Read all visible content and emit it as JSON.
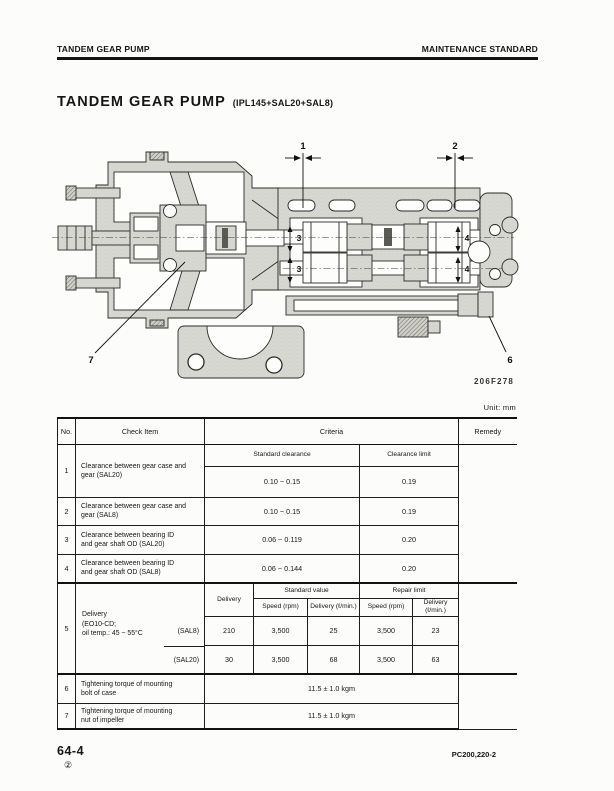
{
  "header": {
    "left": "TANDEM GEAR PUMP",
    "right": "MAINTENANCE STANDARD"
  },
  "title": {
    "main": "TANDEM GEAR PUMP",
    "suffix": "(IPL145+SAL20+SAL8)"
  },
  "diagram": {
    "figure_code": "206F278",
    "callouts": {
      "one": "1",
      "two": "2",
      "three_top": "3",
      "three_bottom": "3",
      "four_top": "4",
      "four_bottom": "4",
      "six": "6",
      "seven": "7"
    }
  },
  "table": {
    "unit_label": "Unit: mm",
    "headers": {
      "no": "No.",
      "check_item": "Check Item",
      "criteria": "Criteria",
      "remedy": "Remedy"
    },
    "subheaders": {
      "standard_clearance": "Standard clearance",
      "clearance_limit": "Clearance limit",
      "delivery": "Delivery",
      "standard_value": "Standard value",
      "repair_limit": "Repair limit",
      "speed_rpm": "Speed (rpm)",
      "delivery_lmin": "Delivery (ℓ/min.)"
    },
    "rows": {
      "r1": {
        "no": "1",
        "item1": "Clearance between gear case and",
        "item2": "gear (SAL20)",
        "standard": "0.10 ~ 0.15",
        "limit": "0.19"
      },
      "r2": {
        "no": "2",
        "item1": "Clearance between gear case and",
        "item2": "gear (SAL8)",
        "standard": "0.10 ~ 0.15",
        "limit": "0.19"
      },
      "r3": {
        "no": "3",
        "item1": "Clearance between bearing ID",
        "item2": "and gear shaft OD (SAL20)",
        "standard": "0.06 ~ 0.119",
        "limit": "0.20"
      },
      "r4": {
        "no": "4",
        "item1": "Clearance between bearing ID",
        "item2": "and gear shaft OD (SAL8)",
        "standard": "0.06 ~ 0.144",
        "limit": "0.20"
      },
      "r5": {
        "no": "5",
        "item1": "Delivery",
        "item2": "(EO10-CD;",
        "item3": "oil temp.: 45 ~ 55°C",
        "sal8_label": "(SAL8)",
        "sal20_label": "(SAL20)",
        "sal8": {
          "delivery": "210",
          "std_speed": "3,500",
          "std_del": "25",
          "rep_speed": "3,500",
          "rep_del": "23"
        },
        "sal20": {
          "delivery": "30",
          "std_speed": "3,500",
          "std_del": "68",
          "rep_speed": "3,500",
          "rep_del": "63"
        }
      },
      "r6": {
        "no": "6",
        "item1": "Tightening torque of mounting",
        "item2": "bolt of case",
        "value": "11.5 ± 1.0 kgm"
      },
      "r7": {
        "no": "7",
        "item1": "Tightening torque of mounting",
        "item2": "nut of impeller",
        "value": "11.5 ± 1.0 kgm"
      }
    }
  },
  "footer": {
    "page": "64-4",
    "page_sub": "②",
    "model": "PC200,220-2"
  }
}
